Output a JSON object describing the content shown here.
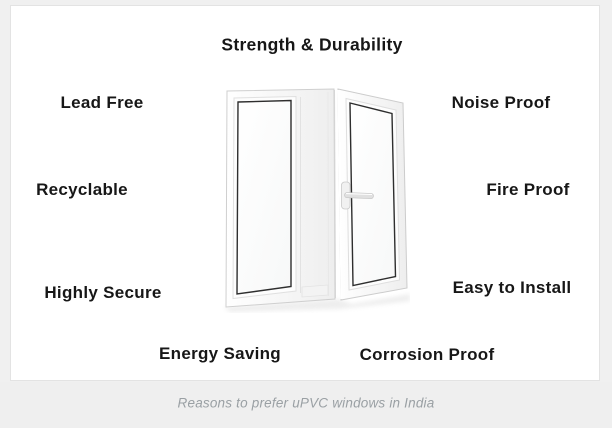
{
  "figure": {
    "title": "Strength & Durability",
    "labels": {
      "lead_free": "Lead Free",
      "noise_proof": "Noise Proof",
      "recyclable": "Recyclable",
      "fire_proof": "Fire Proof",
      "highly_secure": "Highly Secure",
      "easy_to_install": "Easy to Install",
      "energy_saving": "Energy Saving",
      "corrosion_proof": "Corrosion Proof"
    },
    "caption": "Reasons to prefer uPVC windows in India",
    "image_subject": "white uPVC double casement window, right sash open",
    "colors": {
      "label_text": "#171717",
      "caption_text": "#9aa0a4",
      "caption_band": "#efefef",
      "page_margin": "#f0f0f0",
      "card_background": "#ffffff",
      "card_border": "#e3e3e3",
      "window_frame": "#ffffff",
      "glass_outline": "#2e2e2e"
    }
  }
}
